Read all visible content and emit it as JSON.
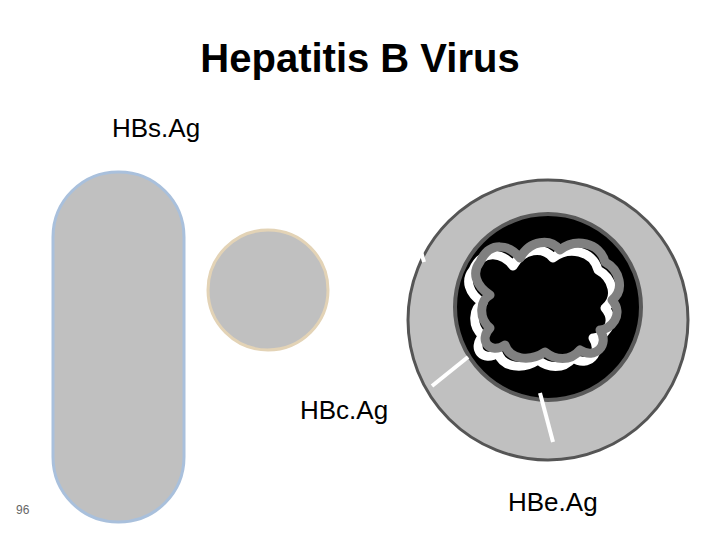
{
  "diagram": {
    "title": "Hepatitis B Virus",
    "labels": [
      "HBs.Ag",
      "HBc.Ag",
      "HBe.Ag",
      "96"
    ]
  }
}
